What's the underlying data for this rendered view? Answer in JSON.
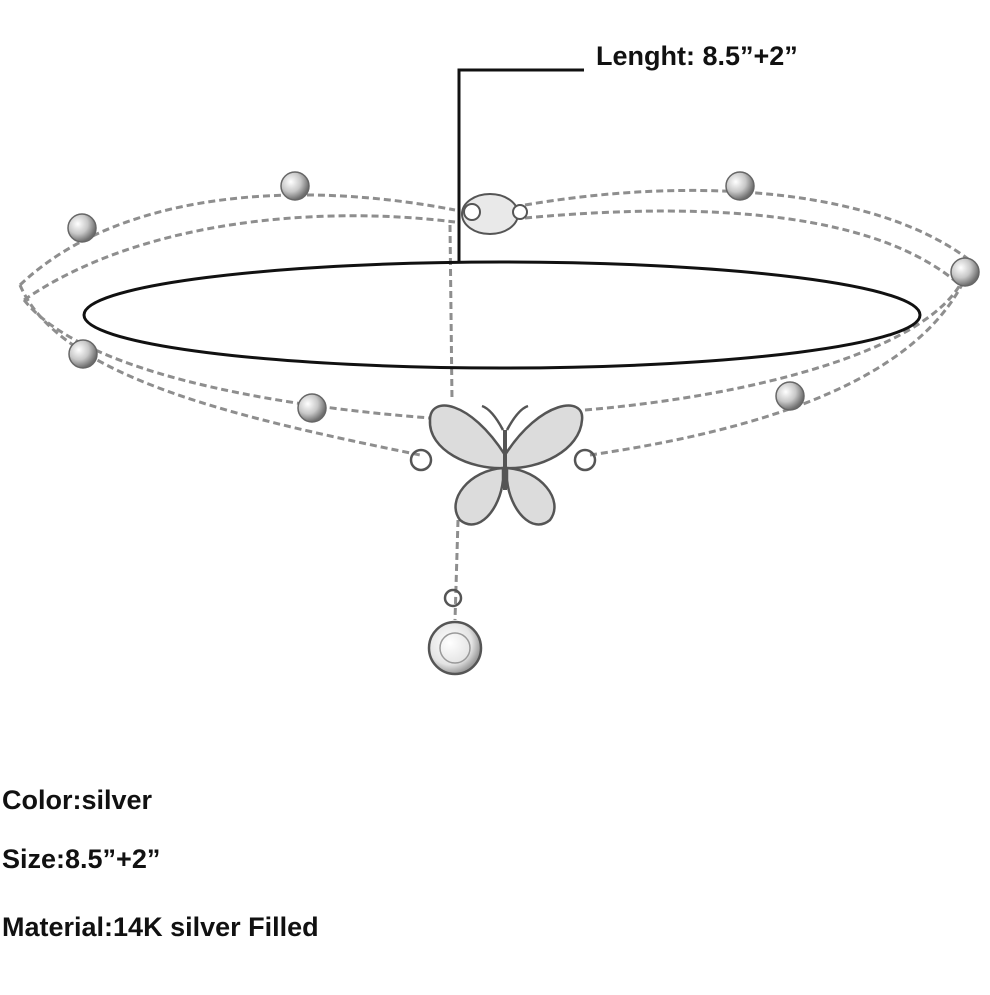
{
  "callout": {
    "length_label": "Lenght: 8.5”+2”"
  },
  "specs": {
    "color": "Color:silver",
    "size": "Size:8.5”+2”",
    "material": "Material:14K silver Filled"
  },
  "colors": {
    "silver": "#bfbfbf",
    "outline": "#555555",
    "ink": "#111111"
  },
  "product": {
    "pendant_icon": "butterfly-icon",
    "drop_icon": "round-crystal-icon"
  }
}
